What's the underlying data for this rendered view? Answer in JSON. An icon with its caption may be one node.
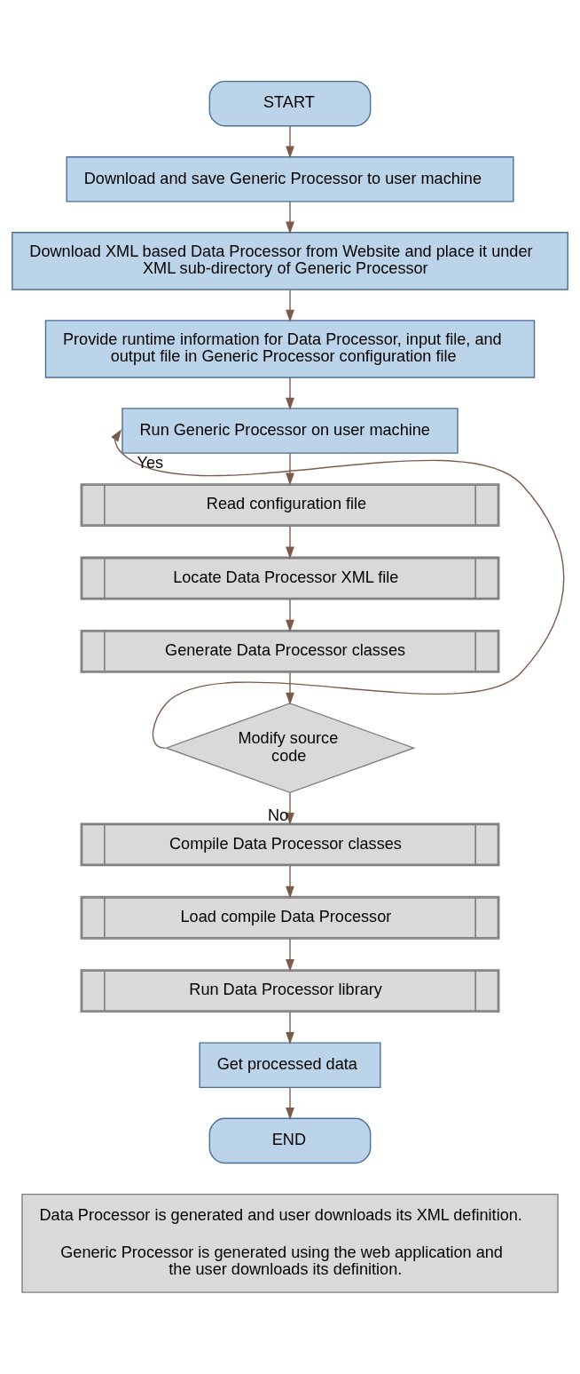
{
  "diagram": {
    "nodes": [
      {
        "text": [
          "START"
        ]
      },
      {
        "text": [
          "Download and save Generic Processor to user machine"
        ]
      },
      {
        "text": [
          "Download XML based Data Processor from Website and place it under XML sub-directory of Generic Processor"
        ]
      },
      {
        "text": [
          "Provide runtime information for Data Processor, input file, and output file in Generic Processor configuration file"
        ]
      },
      {
        "text": [
          "Run Generic Processor on user machine"
        ]
      },
      {
        "text": [
          "Read configuration file"
        ]
      },
      {
        "text": [
          "Locate Data Processor XML file"
        ]
      },
      {
        "text": [
          "Generate Data Processor classes"
        ]
      },
      {
        "text": [
          "Modify source code"
        ]
      },
      {
        "text": [
          "Compile Data Processor classes"
        ]
      },
      {
        "text": [
          "Load compile Data Processor"
        ]
      },
      {
        "text": [
          "Run Data Processor library"
        ]
      },
      {
        "text": [
          "Get processed data"
        ]
      },
      {
        "text": [
          "END"
        ]
      },
      {
        "text": [
          "Data Processor is generated and user downloads its XML definition.",
          "Generic Processor is generated using the web application and the user downloads its definition."
        ]
      }
    ],
    "edges": [
      {
        "from": 0,
        "to": 1,
        "arrow": "to"
      },
      {
        "from": 1,
        "to": 2,
        "arrow": "to"
      },
      {
        "from": 2,
        "to": 3,
        "arrow": "to"
      },
      {
        "from": 3,
        "to": 4,
        "arrow": "to"
      },
      {
        "from": 4,
        "to": 5,
        "arrow": "to"
      },
      {
        "from": 5,
        "to": 6,
        "arrow": "to"
      },
      {
        "from": 6,
        "to": 7,
        "arrow": "to"
      },
      {
        "from": 7,
        "to": 8,
        "arrow": "to"
      },
      {
        "from": 8,
        "to": 4,
        "arrow": "to",
        "label": "Yes"
      },
      {
        "from": 8,
        "to": 9,
        "arrow": "to",
        "label": "No"
      },
      {
        "from": 9,
        "to": 10,
        "arrow": "to"
      },
      {
        "from": 10,
        "to": 11,
        "arrow": "to"
      },
      {
        "from": 11,
        "to": 12,
        "arrow": "to"
      },
      {
        "from": 12,
        "to": 13,
        "arrow": "to"
      }
    ]
  }
}
